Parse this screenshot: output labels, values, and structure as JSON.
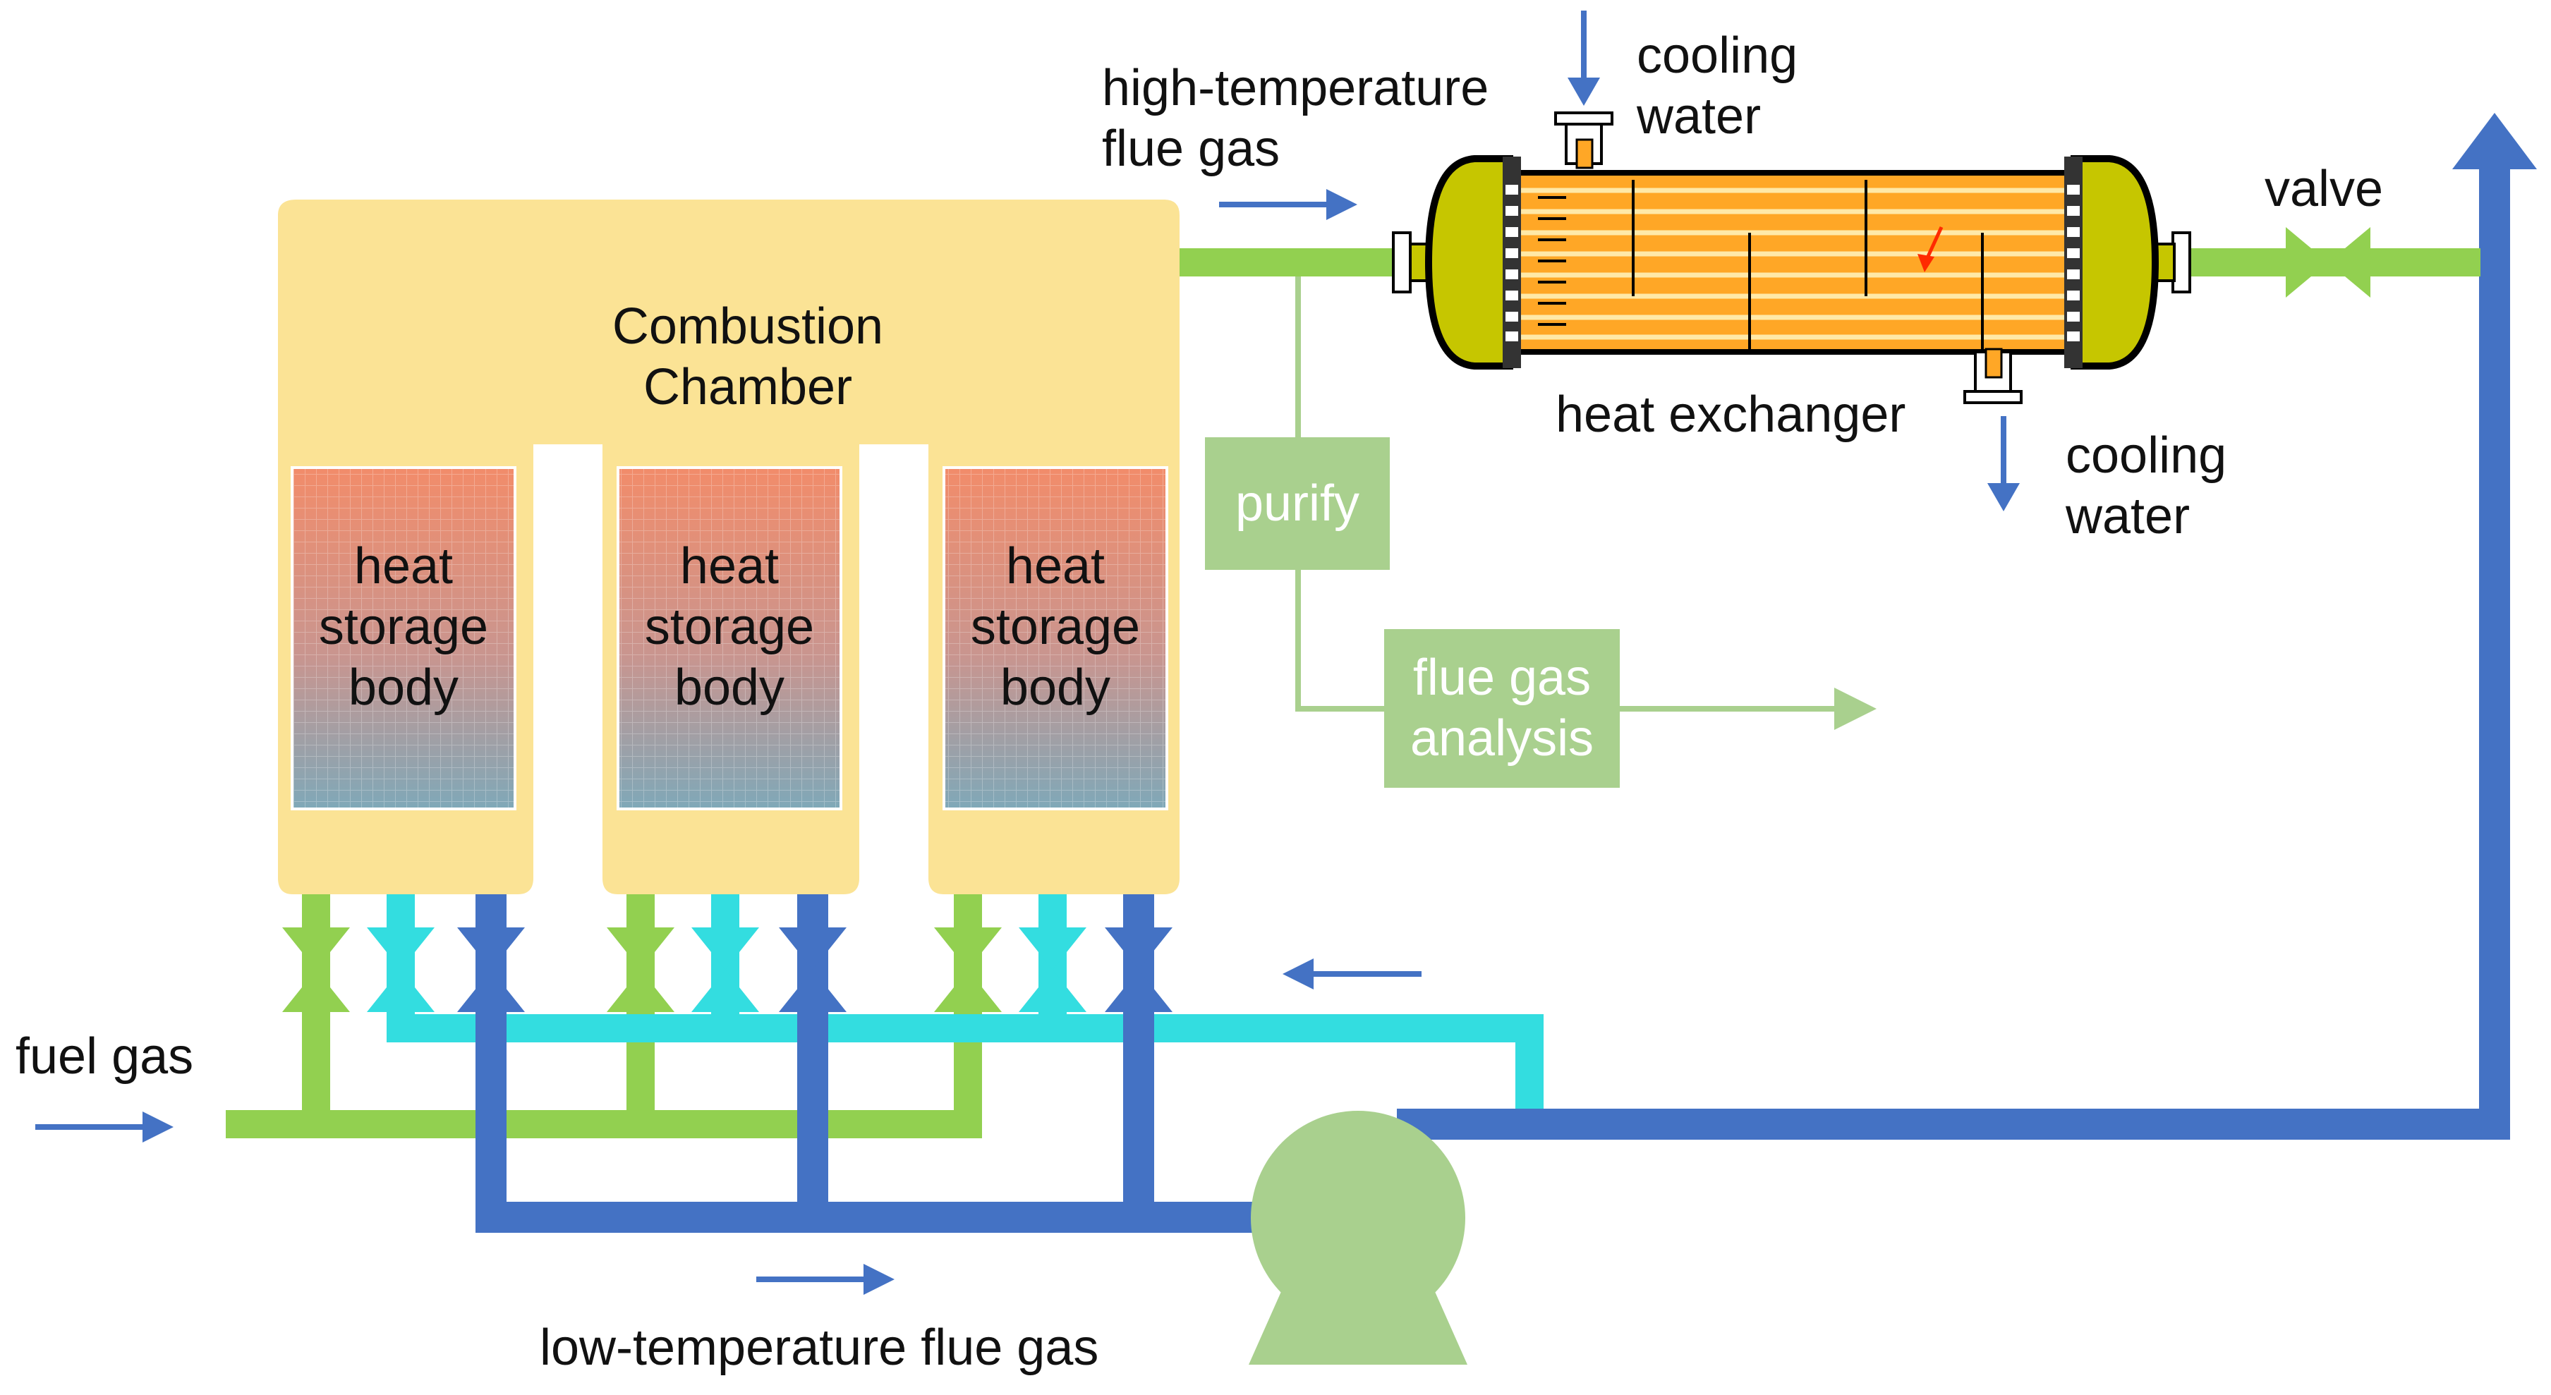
{
  "chamber": {
    "title_line1": "Combustion",
    "title_line2": "Chamber",
    "heat_storage_body": [
      "heat",
      "storage",
      "body"
    ]
  },
  "labels": {
    "high_temp_line1": "high-temperature",
    "high_temp_line2": "flue gas",
    "cooling_water_in_line1": "cooling",
    "cooling_water_in_line2": "water",
    "cooling_water_out_line1": "cooling",
    "cooling_water_out_line2": "water",
    "heat_exchanger": "heat exchanger",
    "valve": "valve",
    "purify": "purify",
    "flue_gas_analysis_line1": "flue gas",
    "flue_gas_analysis_line2": "analysis",
    "fuel_gas": "fuel gas",
    "low_temp": "low-temperature flue gas"
  },
  "colors": {
    "chamber_fill": "#FBE395",
    "fuel_gas_pipe": "#92D050",
    "return_pipe": "#33DDE0",
    "flue_gas_pipe": "#4472C4",
    "purify_box": "#A9D08E",
    "pump": "#A9D08E",
    "exchanger_shell": "#FFA726",
    "exchanger_head": "#C6C600",
    "arrow": "#4472C4",
    "heat_body_top": "#F28C6A",
    "heat_body_bottom": "#7FA8B8"
  },
  "icons": {
    "pump": "pump-icon",
    "valve": "valve-icon",
    "heat_exchanger": "heat-exchanger-icon"
  }
}
